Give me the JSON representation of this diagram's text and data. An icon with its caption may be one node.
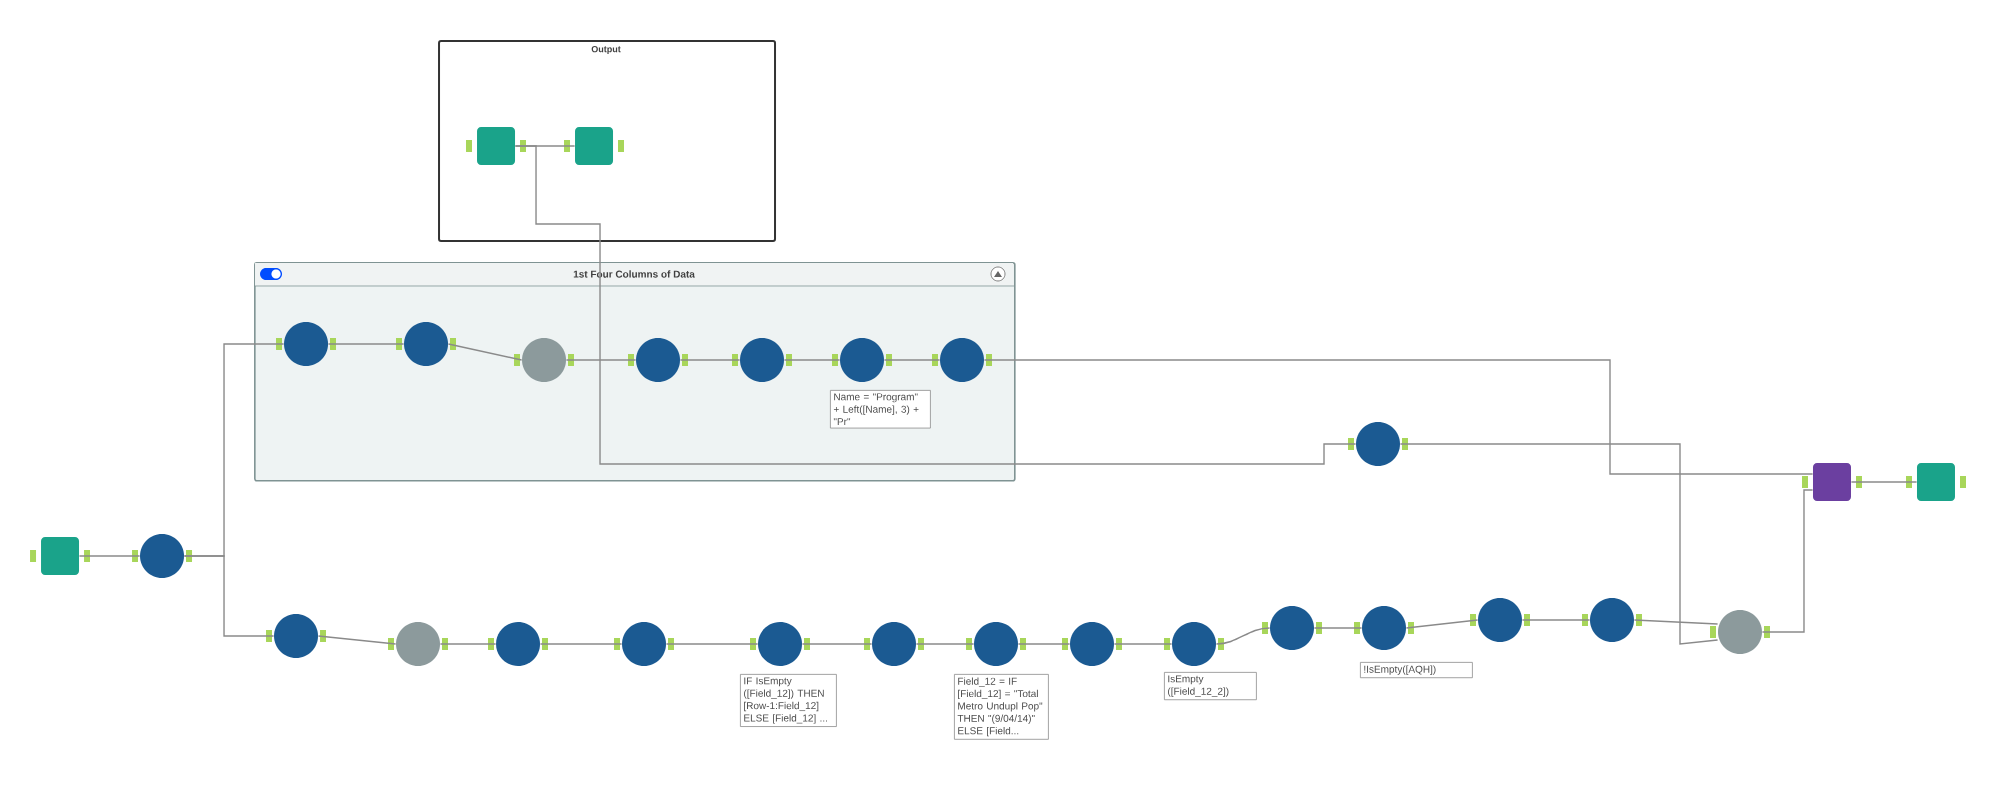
{
  "diagram": {
    "nodes": [
      {
        "text": [
          "Output"
        ]
      },
      {
        "text": [],
        "shape": "box",
        "in": 0
      },
      {
        "text": [],
        "shape": "box",
        "in": 0
      },
      {
        "text": [
          "1st Four Columns of Data"
        ]
      },
      {
        "text": [],
        "shape": "circle",
        "in": 3
      },
      {
        "text": [],
        "shape": "circle",
        "in": 3
      },
      {
        "text": [],
        "shape": "circle",
        "in": 3
      },
      {
        "text": [],
        "shape": "circle",
        "in": 3
      },
      {
        "text": [],
        "shape": "circle",
        "in": 3
      },
      {
        "text": [],
        "shape": "circle",
        "in": 3,
        "beside": [
          "Name = \"Program\" + Left([Name], 3) + \"Pr\""
        ]
      },
      {
        "text": [],
        "shape": "circle",
        "in": 3
      },
      {
        "text": [],
        "shape": "circle"
      },
      {
        "text": [],
        "shape": "box"
      },
      {
        "text": [],
        "shape": "box"
      },
      {
        "text": [],
        "shape": "box"
      },
      {
        "text": [],
        "shape": "circle"
      },
      {
        "text": [],
        "shape": "circle"
      },
      {
        "text": [],
        "shape": "circle"
      },
      {
        "text": [],
        "shape": "circle"
      },
      {
        "text": [],
        "shape": "circle"
      },
      {
        "text": [],
        "shape": "circle",
        "beside": [
          "IF IsEmpty ([Field_12]) THEN [Row-1:Field_12] ELSE [Field_12] ..."
        ]
      },
      {
        "text": [],
        "shape": "circle"
      },
      {
        "text": [],
        "shape": "circle",
        "beside": [
          "Field_12 = IF [Field_12] = \"Total Metro Undupl Pop\" THEN \"(9/04/14)\" ELSE [Field..."
        ]
      },
      {
        "text": [],
        "shape": "circle"
      },
      {
        "text": [],
        "shape": "circle",
        "beside": [
          "IsEmpty ([Field_12_2])"
        ]
      },
      {
        "text": [],
        "shape": "circle"
      },
      {
        "text": [],
        "shape": "circle",
        "beside": [
          "!IsEmpty([AQH])"
        ]
      },
      {
        "text": [],
        "shape": "circle"
      },
      {
        "text": [],
        "shape": "circle"
      },
      {
        "text": [],
        "shape": "circle"
      }
    ],
    "edges": [
      {
        "from": 1,
        "to": 2,
        "arrow": "none"
      },
      {
        "from": 1,
        "to": 11,
        "arrow": "none"
      },
      {
        "from": 14,
        "to": 15,
        "arrow": "none"
      },
      {
        "from": 15,
        "to": 4,
        "arrow": "none"
      },
      {
        "from": 15,
        "to": 16,
        "arrow": "none"
      },
      {
        "from": 4,
        "to": 5,
        "arrow": "none"
      },
      {
        "from": 5,
        "to": 6,
        "arrow": "none"
      },
      {
        "from": 6,
        "to": 7,
        "arrow": "none"
      },
      {
        "from": 7,
        "to": 8,
        "arrow": "none"
      },
      {
        "from": 8,
        "to": 9,
        "arrow": "none"
      },
      {
        "from": 9,
        "to": 10,
        "arrow": "none"
      },
      {
        "from": 10,
        "to": 12,
        "arrow": "none"
      },
      {
        "from": 11,
        "to": 29,
        "arrow": "none"
      },
      {
        "from": 16,
        "to": 17,
        "arrow": "none"
      },
      {
        "from": 17,
        "to": 18,
        "arrow": "none"
      },
      {
        "from": 18,
        "to": 19,
        "arrow": "none"
      },
      {
        "from": 19,
        "to": 20,
        "arrow": "none"
      },
      {
        "from": 20,
        "to": 21,
        "arrow": "none"
      },
      {
        "from": 21,
        "to": 22,
        "arrow": "none"
      },
      {
        "from": 22,
        "to": 23,
        "arrow": "none"
      },
      {
        "from": 23,
        "to": 24,
        "arrow": "none"
      },
      {
        "from": 24,
        "to": 25,
        "arrow": "none"
      },
      {
        "from": 25,
        "to": 26,
        "arrow": "none"
      },
      {
        "from": 26,
        "to": 27,
        "arrow": "none"
      },
      {
        "from": 27,
        "to": 28,
        "arrow": "none"
      },
      {
        "from": 28,
        "to": 29,
        "arrow": "none"
      },
      {
        "from": 29,
        "to": 12,
        "arrow": "none"
      },
      {
        "from": 12,
        "to": 13,
        "arrow": "none"
      }
    ]
  }
}
